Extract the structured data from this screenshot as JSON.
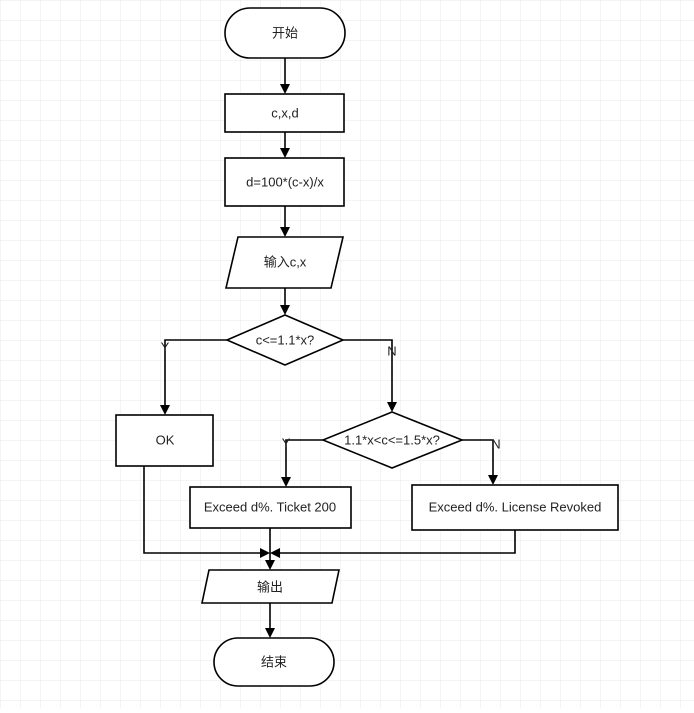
{
  "diagram": {
    "nodes": {
      "start": "开始",
      "input_vars": "c,x,d",
      "compute": "d=100*(c-x)/x",
      "input_cx": "输入c,x",
      "decision1": "c<=1.1*x?",
      "ok": "OK",
      "decision2": "1.1*x<c<=1.5*x?",
      "ticket": "Exceed d%. Ticket 200",
      "revoked": "Exceed d%. License Revoked",
      "output": "输出",
      "end": "结束"
    },
    "edge_labels": {
      "d1_yes": "Y",
      "d1_no": "N",
      "d2_yes": "Y",
      "d2_no": "N"
    }
  },
  "colors": {
    "background": "#ffffff",
    "grid": "#e8e8e8",
    "stroke": "#000000",
    "text": "#222222"
  }
}
